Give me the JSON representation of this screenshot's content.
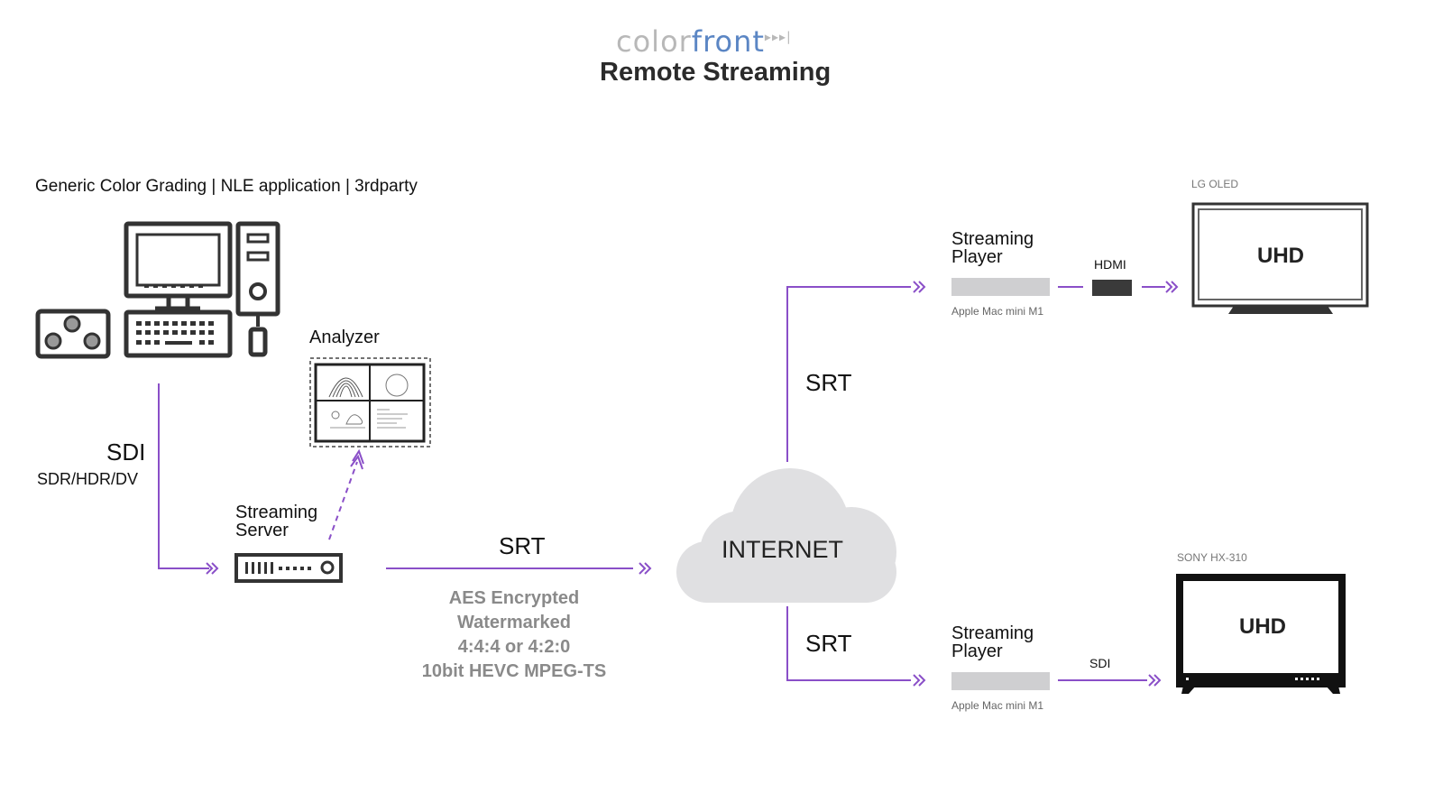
{
  "logo": {
    "part1": "color",
    "part2": "front",
    "suffix": "▸▸▸|",
    "color1": "#b8b8b8",
    "color2": "#5b86c4"
  },
  "title": "Remote Streaming",
  "workstation_header": "Generic Color Grading | NLE application | 3rdparty",
  "analyzer_label": "Analyzer",
  "sdi": {
    "label": "SDI",
    "sub": "SDR/HDR/DV"
  },
  "server_label": [
    "Streaming",
    "Server"
  ],
  "srt_main": "SRT",
  "encoding_info": [
    "AES Encrypted",
    "Watermarked",
    "4:4:4 or 4:2:0",
    "10bit HEVC MPEG-TS"
  ],
  "internet_label": "INTERNET",
  "srt_upper": "SRT",
  "srt_lower": "SRT",
  "player_top": {
    "label": [
      "Streaming",
      "Player"
    ],
    "model": "Apple Mac mini M1"
  },
  "player_bottom": {
    "label": [
      "Streaming",
      "Player"
    ],
    "model": "Apple Mac mini M1"
  },
  "hdmi_label": "HDMI",
  "sdi_small_label": "SDI",
  "display_top": {
    "brand": "LG OLED",
    "text": "UHD"
  },
  "display_bottom": {
    "brand": "SONY HX-310",
    "text": "UHD"
  },
  "colors": {
    "line": "#8a4fc8",
    "icon": "#333333",
    "cloud": "#e0e0e2",
    "player": "#cfcfd1"
  }
}
